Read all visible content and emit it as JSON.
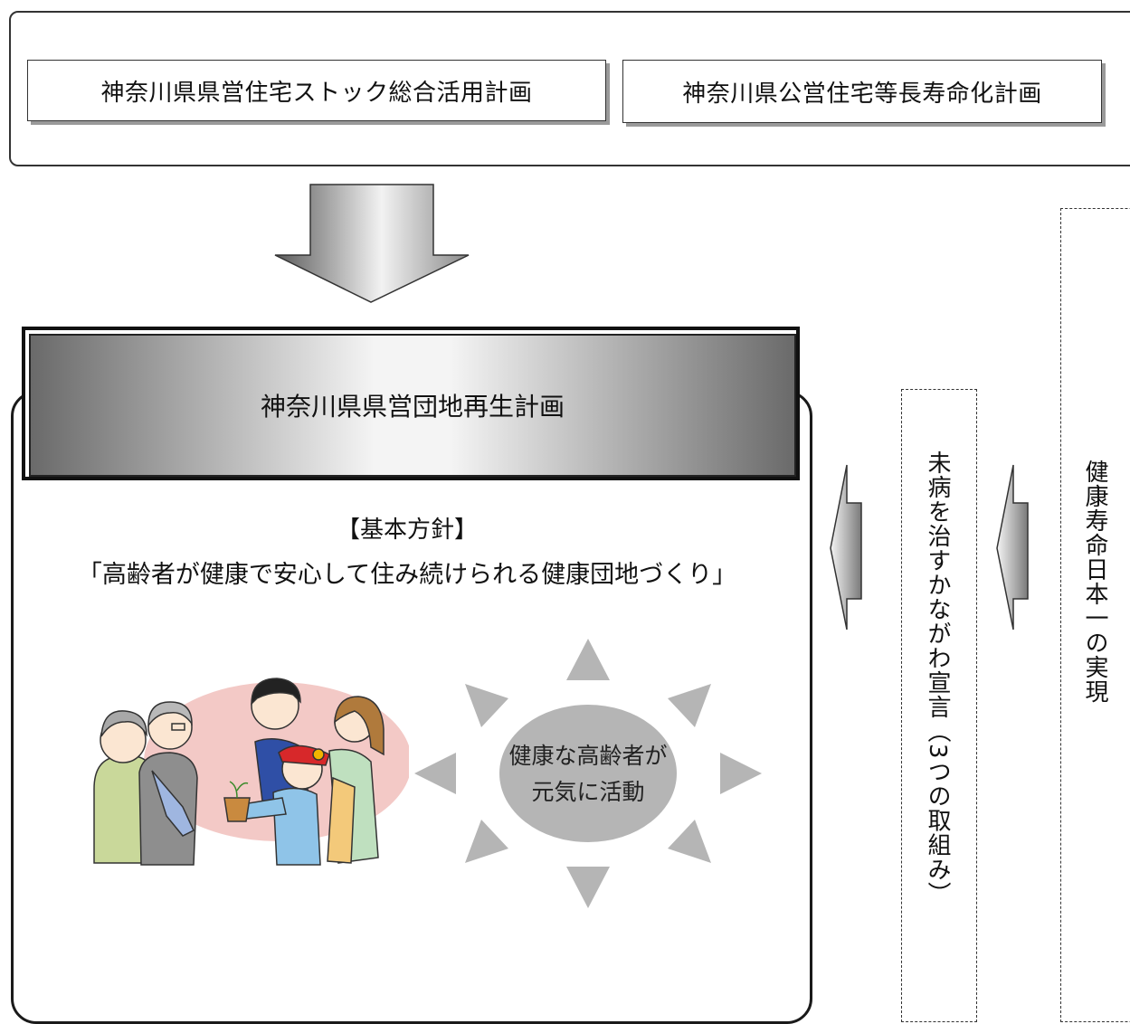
{
  "top_plans": {
    "stock_plan": "神奈川県県営住宅ストック総合活用計画",
    "longevity_plan": "神奈川県公営住宅等長寿命化計画"
  },
  "main": {
    "title": "神奈川県県営団地再生計画",
    "policy_heading": "【基本方針】",
    "policy_text": "「高齢者が健康で安心して住み続けられる健康団地づくり」",
    "sun_label_line1": "健康な高齢者が",
    "sun_label_line2": "元気に活動"
  },
  "side": {
    "mibyo": "未病を治すかながわ宣言（3つの取組み）",
    "kenko": "健康寿命日本一の実現"
  },
  "colors": {
    "illustration_bg": "#f3c9c6",
    "sun_gray": "#b5b5b5"
  }
}
